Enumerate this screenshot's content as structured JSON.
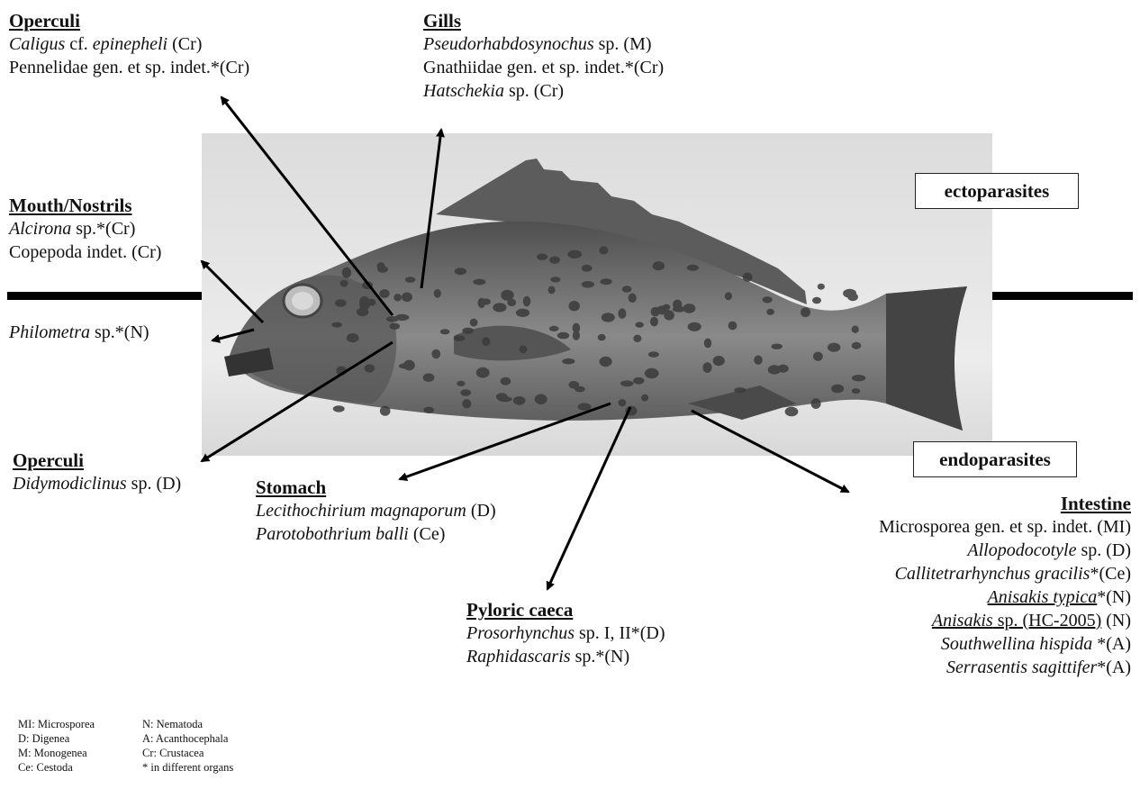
{
  "boxes": {
    "ecto": "ectoparasites",
    "endo": "endoparasites"
  },
  "operculi_top": {
    "title": "Operculi",
    "line1": {
      "italic": "Caligus",
      "rest1": " cf. ",
      "italic2": "epinepheli",
      "rest2": " (Cr)"
    },
    "line2": "Pennelidae gen. et sp. indet.*(Cr)"
  },
  "gills": {
    "title": "Gills",
    "line1": {
      "italic": "Pseudorhabdosynochus",
      "rest": " sp. (M)"
    },
    "line2": "Gnathiidae gen. et sp. indet.*(Cr)",
    "line3": {
      "italic": "Hatschekia",
      "rest": " sp. (Cr)"
    }
  },
  "mouth": {
    "title": "Mouth/Nostrils",
    "line1": {
      "italic": "Alcirona",
      "rest": " sp.*(Cr)"
    },
    "line2": "Copepoda indet. (Cr)",
    "line3": {
      "italic": "Philometra",
      "rest": " sp.*(N)"
    }
  },
  "operculi_bottom": {
    "title": "Operculi",
    "line1": {
      "italic": "Didymodiclinus",
      "rest": " sp. (D)"
    }
  },
  "stomach": {
    "title": "Stomach",
    "line1": {
      "italic": "Lecithochirium magnaporum",
      "rest": " (D)"
    },
    "line2": {
      "italic": "Parotobothrium balli",
      "rest": " (Ce)"
    }
  },
  "pyloric": {
    "title": "Pyloric caeca",
    "line1": {
      "italic": "Prosorhynchus",
      "rest": " sp. I, II*(D)"
    },
    "line2": {
      "italic": "Raphidascaris",
      "rest": " sp.*(N)"
    }
  },
  "intestine": {
    "title": "Intestine",
    "l1": "Microsporea gen. et sp. indet. (MI)",
    "l2": {
      "italic": "Allopodocotyle",
      "rest": " sp. (D)"
    },
    "l3": {
      "italic": "Callitetrarhynchus gracilis",
      "rest": "*(Ce)"
    },
    "l4": {
      "italic": "Anisakis typica",
      "rest": "*(N)"
    },
    "l5": {
      "italic": "Anisakis",
      "mid": " sp. (HC-2005)",
      "rest": " (N)"
    },
    "l6": {
      "italic": "Southwellina hispida",
      "rest": " *(A)"
    },
    "l7": {
      "italic": "Serrasentis sagittifer",
      "rest": "*(A)"
    }
  },
  "legend": {
    "col1": [
      "MI: Microsporea",
      "D: Digenea",
      "M: Monogenea",
      "Ce: Cestoda"
    ],
    "col2": [
      "N: Nematoda",
      "A: Acanthocephala",
      "Cr: Crustacea",
      "* in different organs"
    ]
  },
  "colors": {
    "line": "#000000",
    "photo_bg": "#e4e4e4",
    "fish_body": "#6e6e6e",
    "spots": "#3a3a3a"
  }
}
